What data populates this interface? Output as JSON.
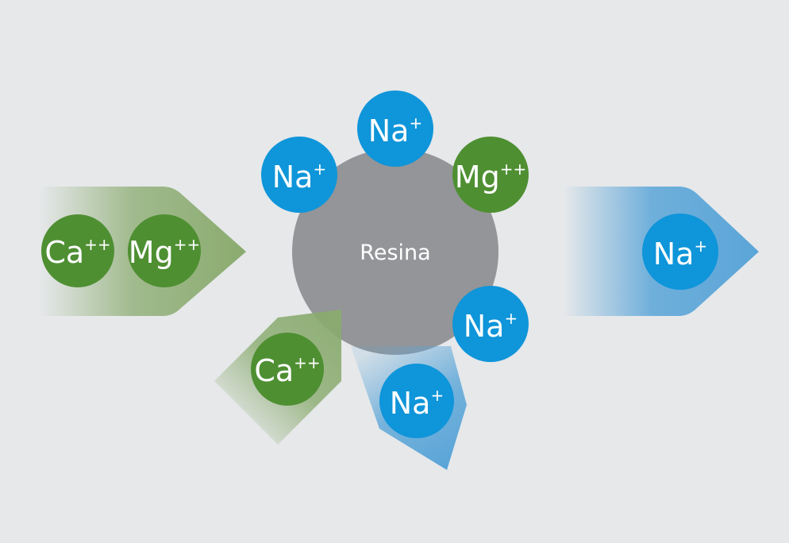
{
  "colors": {
    "background": "#e6e8ea",
    "resin": "#939598",
    "sodium": "#0f95d9",
    "hardness": "#4e8f32",
    "green_arrow": "#8aab6f",
    "blue_arrow": "#5aa5d8"
  },
  "resin": {
    "label": "Resina"
  },
  "ions": {
    "inflow_ca": {
      "symbol": "Ca",
      "charge": "++"
    },
    "inflow_mg": {
      "symbol": "Mg",
      "charge": "++"
    },
    "resin_na_top": {
      "symbol": "Na",
      "charge": "+"
    },
    "resin_na_left": {
      "symbol": "Na",
      "charge": "+"
    },
    "resin_mg_captured": {
      "symbol": "Mg",
      "charge": "++"
    },
    "resin_na_right": {
      "symbol": "Na",
      "charge": "+"
    },
    "captured_ca": {
      "symbol": "Ca",
      "charge": "++"
    },
    "released_na": {
      "symbol": "Na",
      "charge": "+"
    },
    "outflow_na": {
      "symbol": "Na",
      "charge": "+"
    }
  }
}
